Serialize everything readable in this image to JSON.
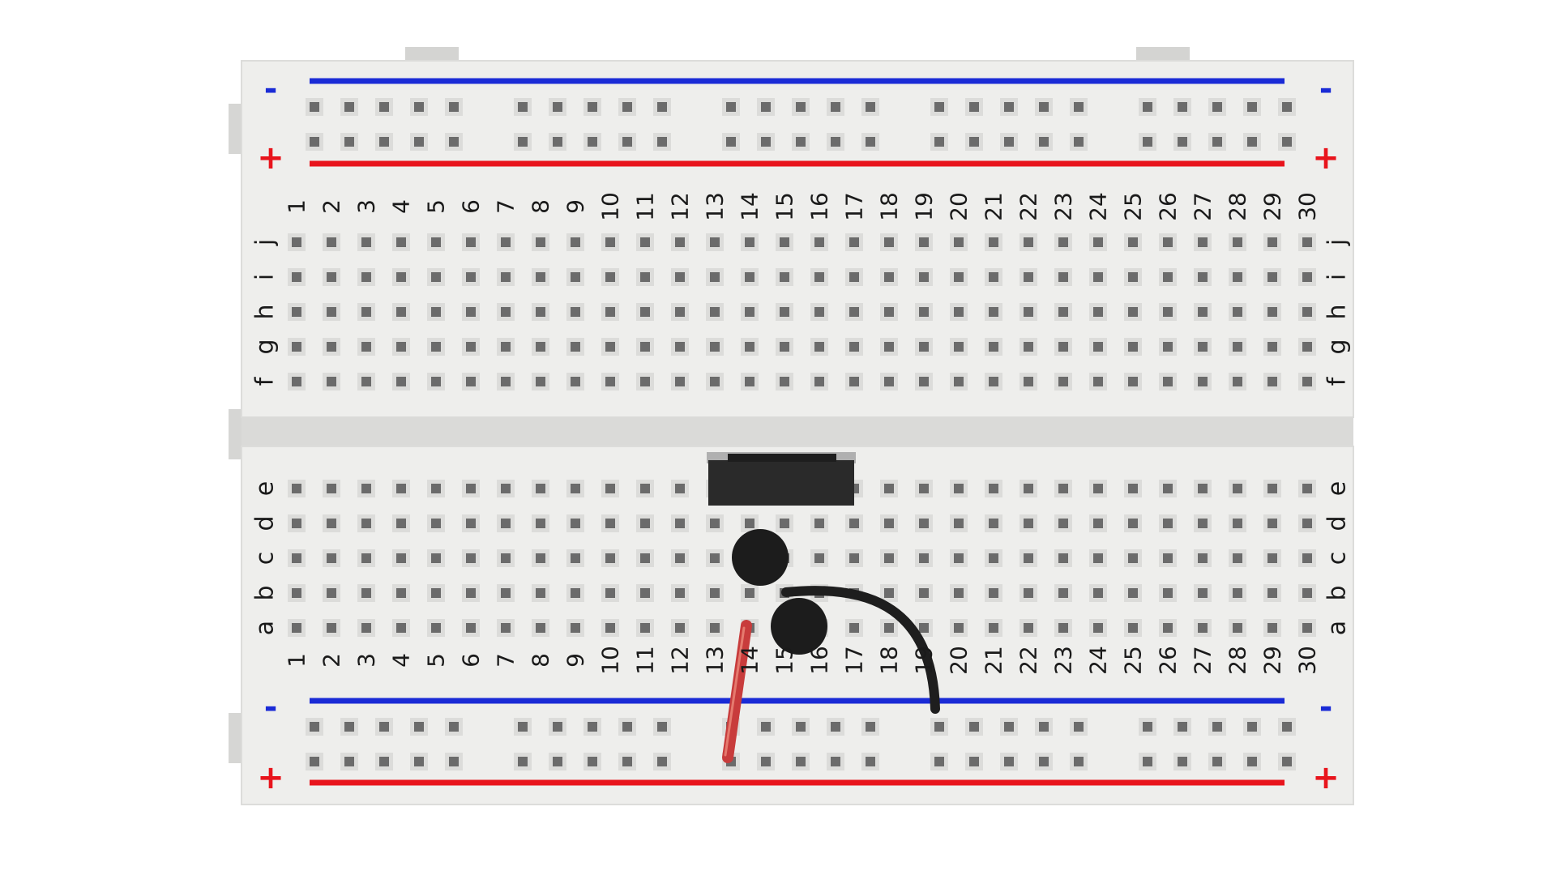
{
  "breadboard": {
    "rail_signs": {
      "negative": "-",
      "positive": "+"
    },
    "rail_colors": {
      "negative": "#1a2bd6",
      "positive": "#e8141c"
    },
    "columns": [
      "1",
      "2",
      "3",
      "4",
      "5",
      "6",
      "7",
      "8",
      "9",
      "10",
      "11",
      "12",
      "13",
      "14",
      "15",
      "16",
      "17",
      "18",
      "19",
      "20",
      "21",
      "22",
      "23",
      "24",
      "25",
      "26",
      "27",
      "28",
      "29",
      "30"
    ],
    "top_rows": [
      "j",
      "i",
      "h",
      "g",
      "f"
    ],
    "bottom_rows": [
      "e",
      "d",
      "c",
      "b",
      "a"
    ],
    "board_color": "#eeeeec",
    "hole_color": "#6b6b6b"
  },
  "components": {
    "chip_color": "#2a2a2a",
    "button_color": "#1c1c1c",
    "red_wire_color": "#c83c3c",
    "black_wire_color": "#1e1e1e"
  }
}
